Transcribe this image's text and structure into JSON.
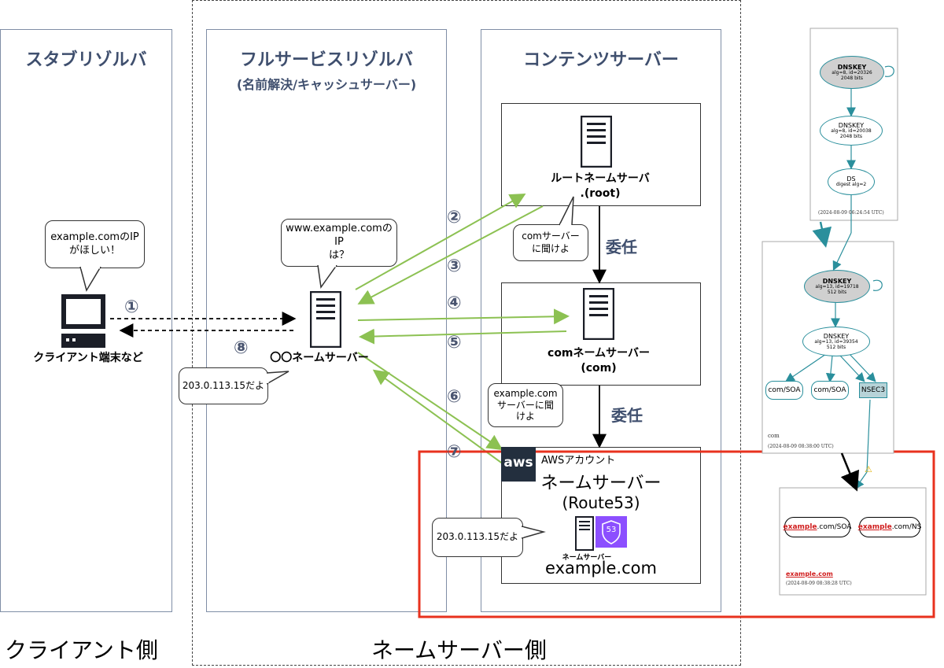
{
  "columns": {
    "stub": {
      "title": "スタブリゾルバ"
    },
    "full": {
      "title": "フルサービスリゾルバ",
      "subtitle": "(名前解決/キャッシュサーバー)"
    },
    "content": {
      "title": "コンテンツサーバー"
    }
  },
  "sides": {
    "client": "クライアント側",
    "nameserver": "ネームサーバー側"
  },
  "client": {
    "bubble": "example.comのIP\nがほしい！",
    "label": "クライアント端末など"
  },
  "resolver": {
    "bubble": "www.example.comのIP\nは？",
    "label": "〇〇ネームサーバー",
    "answer": "203.0.113.15だよ"
  },
  "root": {
    "label": "ルートネームサーバ\n.(root)",
    "bubble": "comサーバー\nに聞けよ"
  },
  "com": {
    "label": "comネームサーバー\n(com)",
    "bubble": "example.com\nサーバーに聞\nけよ"
  },
  "route53": {
    "aws_logo": "aws",
    "account": "AWSアカウント",
    "title": "ネームサーバー",
    "subtitle": "(Route53)",
    "badge": "53",
    "icon_caption": "ネームサーバー",
    "domain": "example.com",
    "answer": "203.0.113.15だよ"
  },
  "delegations": [
    "委任",
    "委任"
  ],
  "steps": [
    "①",
    "②",
    "③",
    "④",
    "⑤",
    "⑥",
    "⑦",
    "⑧"
  ],
  "dnssec": {
    "root": {
      "ksk": {
        "title": "DNSKEY",
        "detail": "alg=8, id=20326\n2048 bits"
      },
      "zsk": {
        "title": "DNSKEY",
        "detail": "alg=8, id=20038\n2048 bits"
      },
      "ds": {
        "title": "DS",
        "detail": "digest alg=2"
      },
      "timestamp": "(2024-08-09 06:24:54 UTC)"
    },
    "com": {
      "ksk": {
        "title": "DNSKEY",
        "detail": "alg=13, id=19718\n512 bits"
      },
      "zsk": {
        "title": "DNSKEY",
        "detail": "alg=13, id=39354\n512 bits"
      },
      "records": [
        "com/SOA",
        "com/SOA",
        "NSEC3"
      ],
      "zone": "com",
      "timestamp": "(2024-08-09 08:38:00 UTC)"
    },
    "example": {
      "records": [
        {
          "name": "example",
          "suffix": ".com/SOA"
        },
        {
          "name": "example",
          "suffix": ".com/NS"
        }
      ],
      "zone": "example.com",
      "timestamp": "(2024-08-09 08:38:28 UTC)"
    },
    "warning": "⚠"
  },
  "colors": {
    "arrow_green": "#8cc152",
    "highlight": "#e8321e",
    "dnssec_teal": "#2a8f9c",
    "title": "#3f4f6e"
  }
}
